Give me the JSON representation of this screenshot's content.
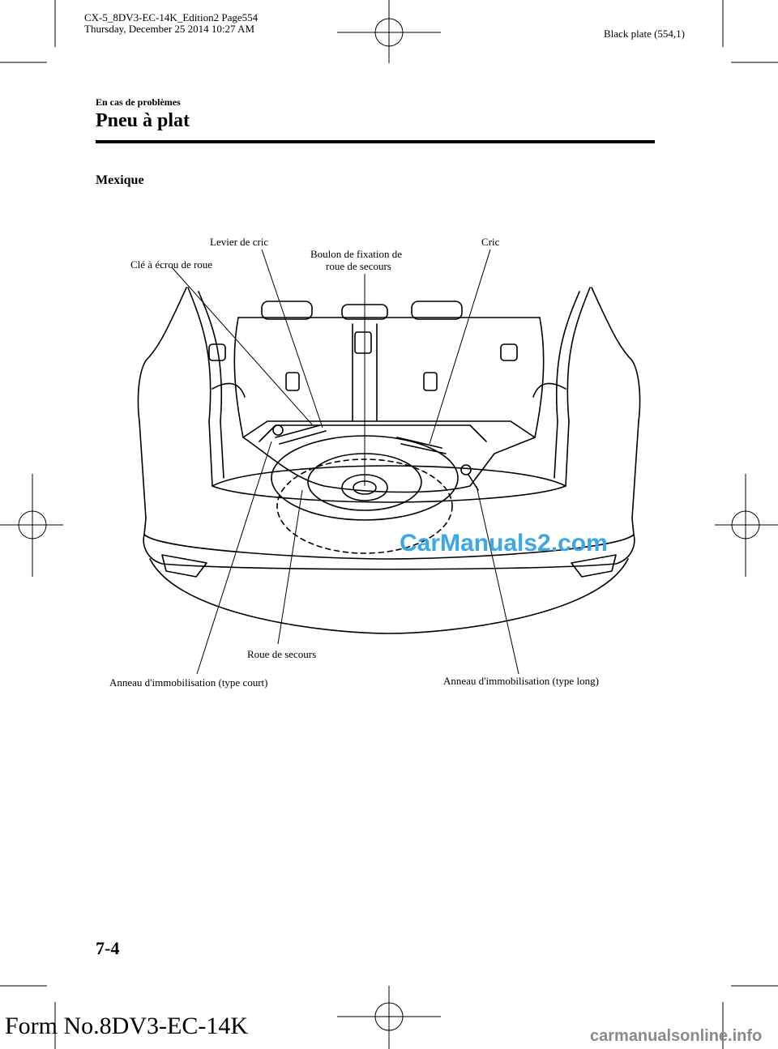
{
  "header": {
    "file_line": "CX-5_8DV3-EC-14K_Edition2 Page554",
    "date_line": "Thursday, December 25 2014 10:27 AM",
    "plate": "Black plate (554,1)"
  },
  "section": "En cas de problèmes",
  "title": "Pneu à plat",
  "subtitle": "Mexique",
  "labels": {
    "levier": "Levier de cric",
    "cle": "Clé à écrou de roue",
    "boulon_1": "Boulon de fixation de",
    "boulon_2": "roue de secours",
    "cric": "Cric",
    "roue": "Roue de secours",
    "anneau_court": "Anneau d'immobilisation (type court)",
    "anneau_long": "Anneau d'immobilisation (type long)"
  },
  "watermark_blue": "CarManuals2.com",
  "page_number": "7-4",
  "form_number": "Form No.8DV3-EC-14K",
  "footer_watermark": "carmanualsonline.info"
}
